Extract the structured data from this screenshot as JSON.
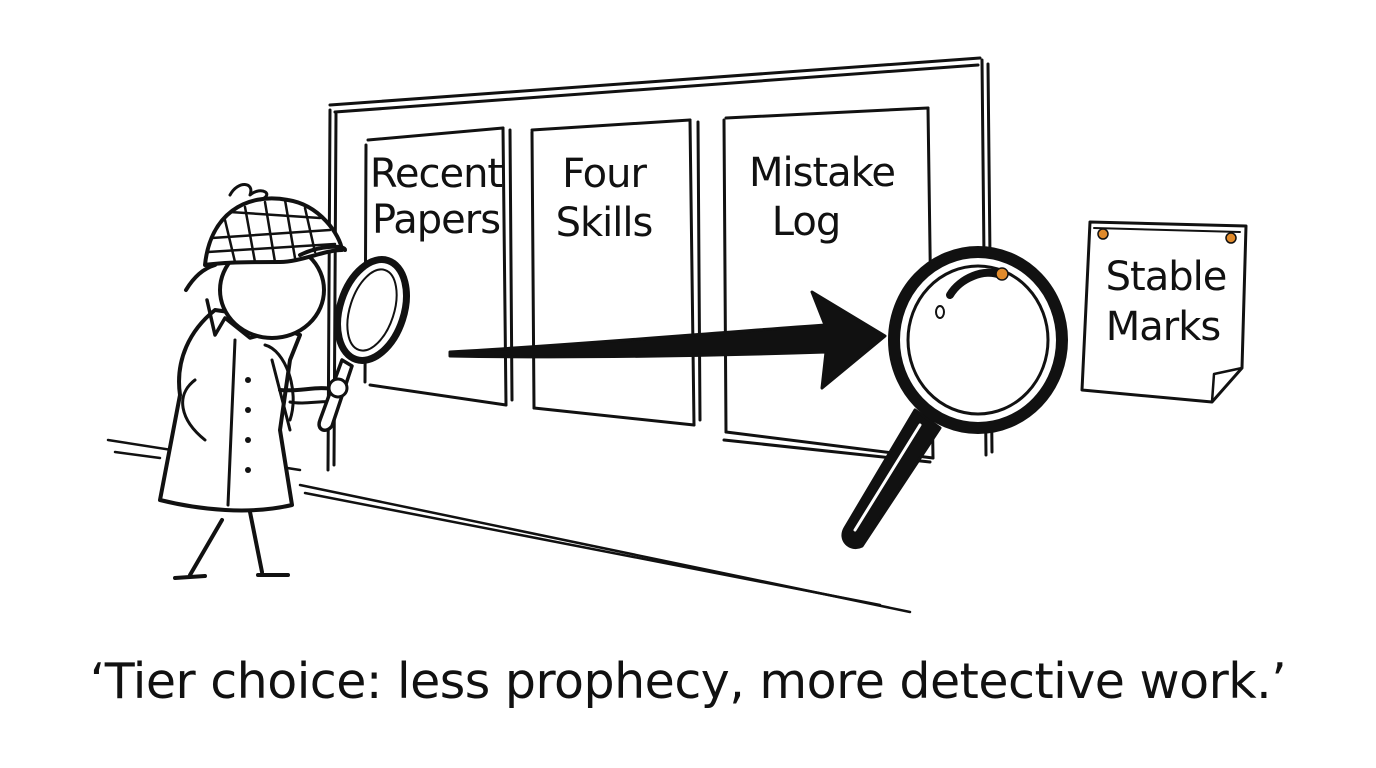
{
  "board": {
    "panels": [
      {
        "line1": "Recent",
        "line2": "Papers"
      },
      {
        "line1": "Four",
        "line2": "Skills"
      },
      {
        "line1": "Mistake",
        "line2": "Log"
      }
    ]
  },
  "note": {
    "line1": "Stable",
    "line2": "Marks"
  },
  "caption": {
    "text": "‘Tier choice: less prophecy, more detective work.’"
  },
  "colors": {
    "ink": "#111111",
    "paper": "#ffffff",
    "pin": "#e08a2b"
  },
  "icons": {
    "hat": "deerstalker-hat-icon",
    "small_lens": "magnifying-glass-icon",
    "big_lens": "large-magnifying-glass-icon",
    "arrow": "arrow-right-icon",
    "pins": "pushpin-icon"
  }
}
